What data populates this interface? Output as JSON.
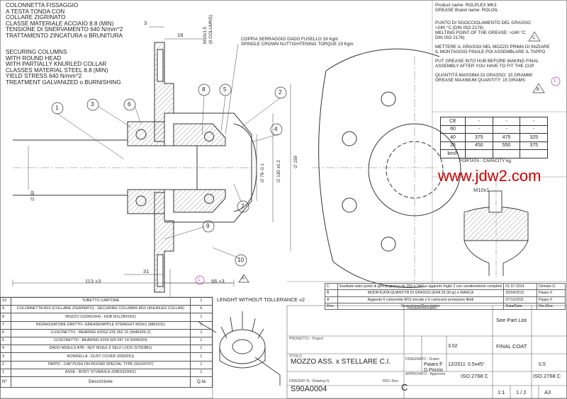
{
  "notes_left": {
    "it": [
      "COLONNETTA FISSAGGIO",
      "A TESTA TONDA CON",
      "COLLARE ZIGRINATO",
      "CLASSE MATERIALE ACCIAIO 8.8 (MIN)",
      "TENSIONE DI SNERVAMENTO 640 N/mm^2",
      "TRATTAMENTO ZINCATURA o BRUNITURA"
    ],
    "en": [
      "SECURING COLUMNS",
      "WITH ROUND HEAD",
      "WITH PARTIALLY KNURLED COLLAR",
      "CLASSES MATERIAL STEEL 8.8 (MIN)",
      "YIELD STRESS 640 N/mm^2",
      "TREATMENT GALVANIZED o BURNISHING"
    ]
  },
  "torque_note": [
    "COPPIA SERRAGGIO DADO FUSELLO 19 Kgm",
    "SPINDLE CROWN NUTTIGHTENING TORQUE 19 Kgm"
  ],
  "right_notes": {
    "product": "Product name: ROLPLEX MK3",
    "grease_brand": "GREASE Brand name: ROLOIL",
    "drip_point": [
      "PUNTO DI SGOCCIOLAMENTO DEL GRASSO:",
      ">240 °C (DIN ISO 2176)",
      "MELTING POINT OF THE GREASE: >240 °C",
      "DIN ISO 2176)"
    ],
    "circle_c": "C",
    "put_grease_it": [
      "METTERE IL GRASSO NEL MOZZO PRIMA DI INIZIARE",
      "IL MONTAGGIO FINALE POI ASSEMBLARE IL TAPPO"
    ],
    "put_grease_en": [
      "PUT GREASE INTO HUB BEFORE MAKING FINAL",
      "ASSEMBLY AFTER YOU HAVE TO FIT THE CUP"
    ],
    "quantity": [
      "QUANTITÀ MASSIMA DI GRASSO: 15 GRAMMI",
      "GREASE MAXIMUM QUANTITY: 15 GRAMS"
    ],
    "circle_b": "B",
    "circle_1": "1"
  },
  "dimensions": {
    "d3": "3",
    "d18": "18",
    "m10": "M10x1.5",
    "m10b": "(6 COLUMNS)",
    "d79": "∅ 79 -0.1",
    "d130": "∅ 130 ±0.2",
    "d159": "∅ 159",
    "d30": "∅ 30",
    "d31": "31",
    "d113": "113 ±3",
    "d66": "66 ±3",
    "m10x1": "M10x1",
    "a_label": "A",
    "circle_one": "1"
  },
  "balloons": [
    "1",
    "3",
    "6",
    "8",
    "5",
    "2",
    "4",
    "7",
    "9",
    "10"
  ],
  "tolerance_note": "LENGHT WITHOUT TOLLERANCE ±2",
  "watermark": "www.jdw2.com",
  "capacity": {
    "rows": [
      [
        "CE",
        "-",
        "-",
        "-"
      ],
      [
        "60",
        "-",
        "-",
        "-"
      ],
      [
        "40",
        "375",
        "475",
        "325"
      ],
      [
        "25",
        "450",
        "550",
        "375"
      ],
      [
        "km/h",
        "",
        "",
        ""
      ]
    ],
    "footer": "PORTATA - CAPACITY kg."
  },
  "parts": [
    {
      "n": "10",
      "d": "TUBETTO CARTONE",
      "q": "1"
    },
    {
      "n": "9",
      "d": "COLONNETTA M10 (COLLARE ZIGRINATO) - SECURING COLUMNS M10 (KNURLED COLLAR)",
      "q": "6"
    },
    {
      "n": "8",
      "d": "MOZZO (S10A1004) - HUB (61LZBX001)",
      "q": "1"
    },
    {
      "n": "7",
      "d": "INGRASSATORE DIRITTO- GREASENIPPLE STRAIGHT M10x1 (9861011)",
      "q": "1"
    },
    {
      "n": "6",
      "d": "CUSCINETTO - BEARING 620SZ 025 052 15 (5946205-Z)",
      "q": "1"
    },
    {
      "n": "5",
      "d": "CUSCINETTO - BEARING 6204 020 047 14 (5946204)",
      "q": "1"
    },
    {
      "n": "4",
      "d": "DADO M18x1.5 ATB - NUT M18x1.5 SELF LOCK (57918B1)",
      "q": "1"
    },
    {
      "n": "3",
      "d": "RONDELLA - DUST COVER (5550251)",
      "q": "1"
    },
    {
      "n": "2",
      "d": "TAPPO - CAP PUSH ON ROUND SPECIAL TYPE (56104707)",
      "q": "1"
    },
    {
      "n": "1",
      "d": "ASSE - BODY STUBAXLE (69BX310001)",
      "q": "1"
    }
  ],
  "parts_header": {
    "n": "N°",
    "d": "Descrizione",
    "q": "Q.tà"
  },
  "revisions": [
    [
      "C",
      "Sostituito dato punto di goccia grasso da 260 a 240° e aggiunto foglio 2 con caratteristiche complete",
      "01.07.2014",
      "Dionato D."
    ],
    [
      "B",
      "MODIFICATA QUANTITÀ DI GRASSO (ERA 25-30 gr) e MARCA",
      "20/04/2012",
      "Paiaro F"
    ],
    [
      "A",
      "Aggiunte 6 colonnette M10 zincate e 6 cartoncini protezione filetti",
      "07/12/2011",
      "Paiaro F"
    ],
    [
      "Rev.",
      "Descrizione/Description",
      "Data/Date",
      "Dis./Des."
    ]
  ],
  "title_block": {
    "revisioni": "Revisioni/Revision",
    "see_part_list": "See Part List",
    "finish": "FINAL COAT",
    "progetto_val": "3.02",
    "disegnato": "Paiaro F",
    "data": "12/2011",
    "chamfer": "0.5x45°",
    "roughness": "0.5",
    "controllato": "D.Porzio",
    "iso1": "ISO 2768 C",
    "iso2": "ISO 2768 C",
    "title": "MOZZO ASS. x STELLARE  C.I.",
    "drawing_no": "S90A0004",
    "rev": "C",
    "scale": "1:1",
    "sheet": "1 / 2",
    "format": "A3",
    "lbl_titolo": "TITOLO",
    "lbl_disegno": "DISEGNO N.- Drawing N.",
    "lbl_progetto": "PROGETTO - Project",
    "lbl_disegnato": "DISEGNATO - Drawn",
    "lbl_controllato": "APPROVATO - Approved",
    "lbl_rev": "REV.-Rev."
  }
}
